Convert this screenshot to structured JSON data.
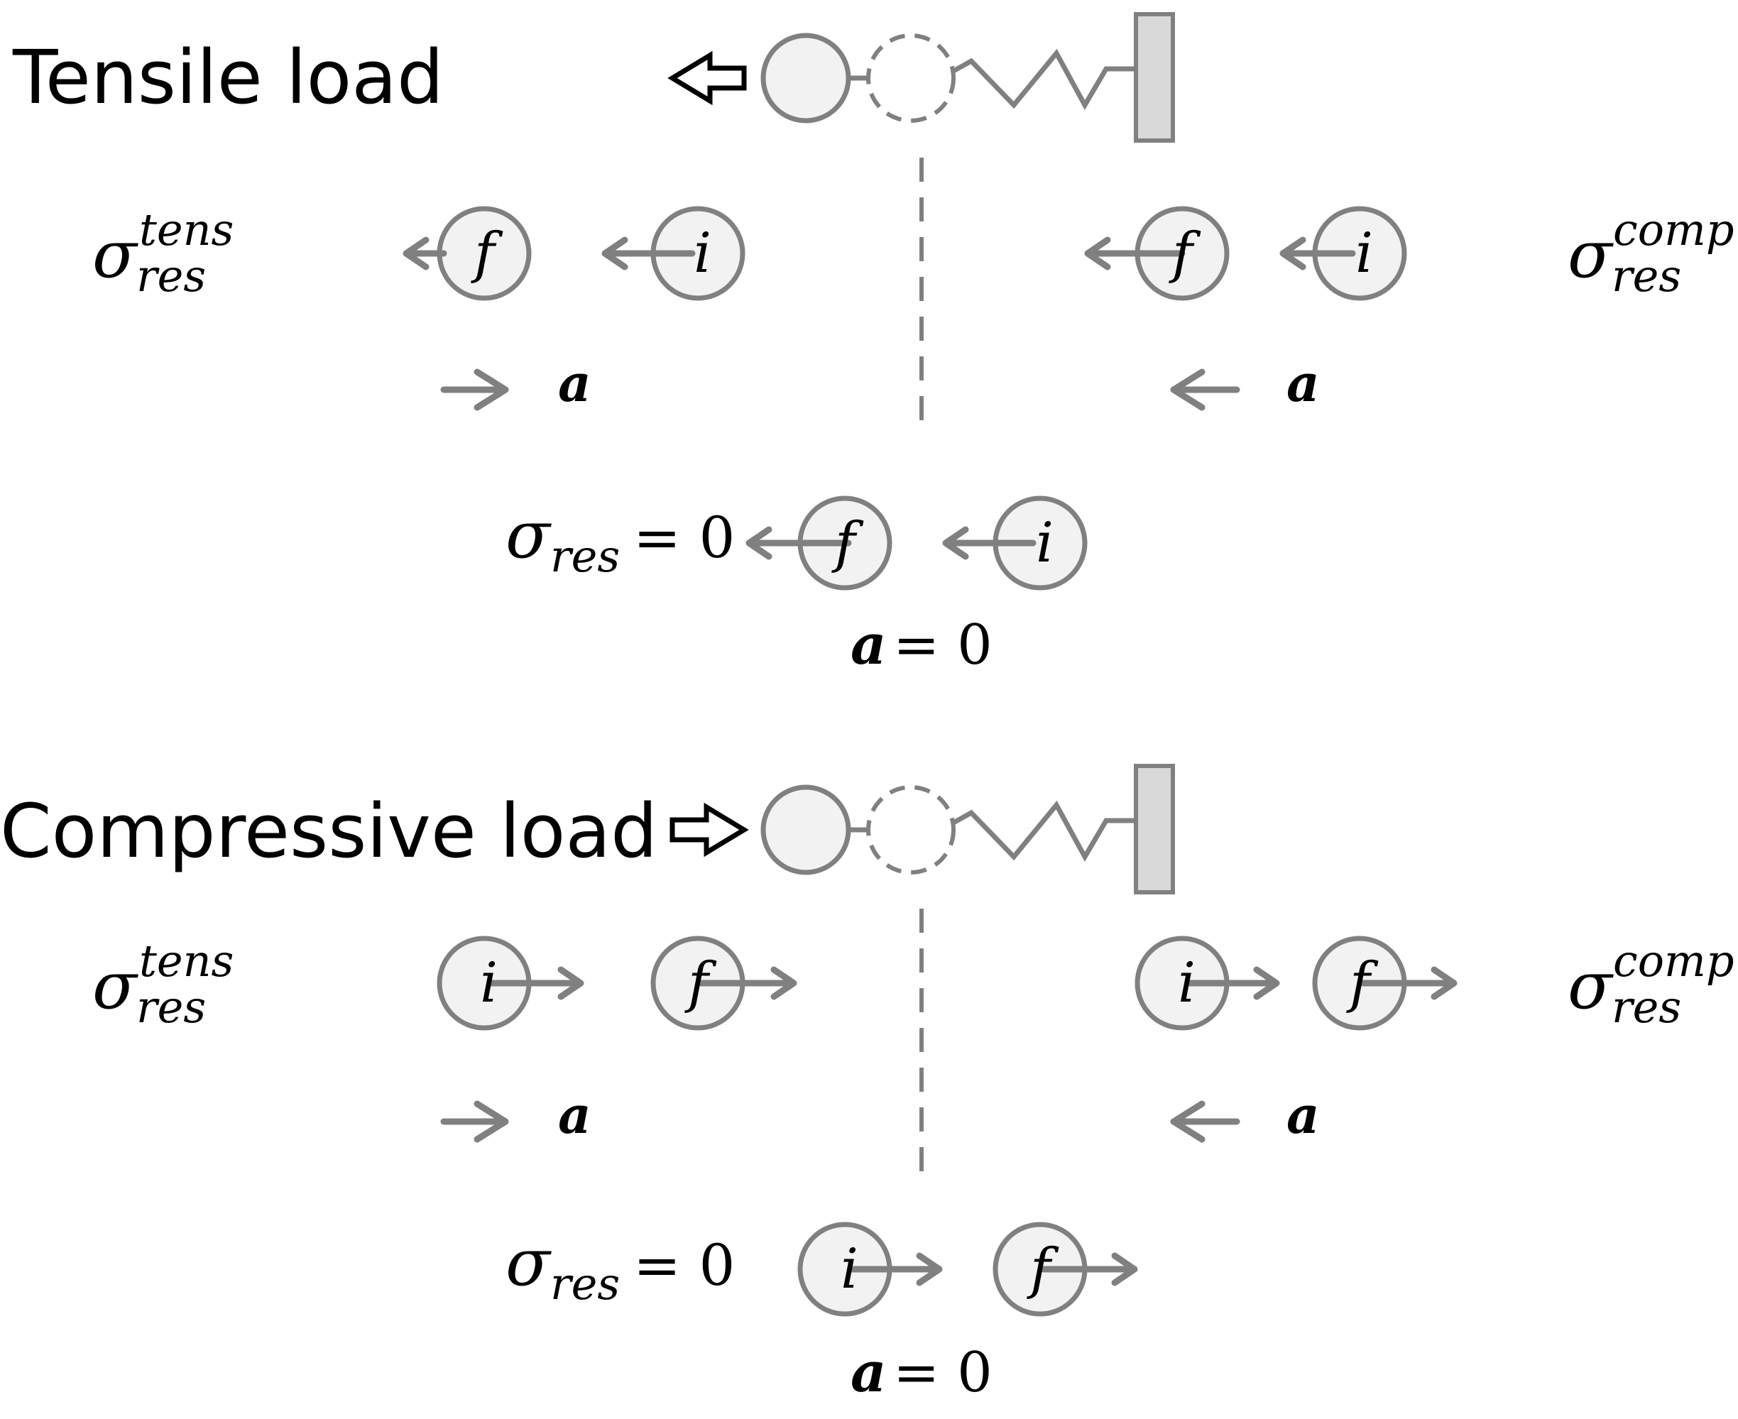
{
  "panels": {
    "tensile": {
      "title": "Tensile load",
      "left_stress_symbol": "σ",
      "left_stress_sub": "res",
      "left_stress_sup": "tens",
      "right_stress_symbol": "σ",
      "right_stress_sub": "res",
      "right_stress_sup": "comp",
      "particle_final": "f",
      "particle_initial": "i",
      "accel_label": "a",
      "zero_stress_symbol": "σ",
      "zero_stress_sub": "res",
      "zero_stress_eq": "= 0",
      "zero_accel_label": "a",
      "zero_accel_eq": "= 0"
    },
    "compressive": {
      "title": "Compressive load",
      "left_stress_symbol": "σ",
      "left_stress_sub": "res",
      "left_stress_sup": "tens",
      "right_stress_symbol": "σ",
      "right_stress_sub": "res",
      "right_stress_sup": "comp",
      "particle_final": "f",
      "particle_initial": "i",
      "accel_label": "a",
      "zero_stress_symbol": "σ",
      "zero_stress_sub": "res",
      "zero_stress_eq": "= 0",
      "zero_accel_label": "a",
      "zero_accel_eq": "= 0"
    }
  },
  "colors": {
    "gray": "#808080",
    "ball_fill": "#f2f2f2",
    "wall_fill": "#d9d9d9",
    "text": "#000000"
  }
}
